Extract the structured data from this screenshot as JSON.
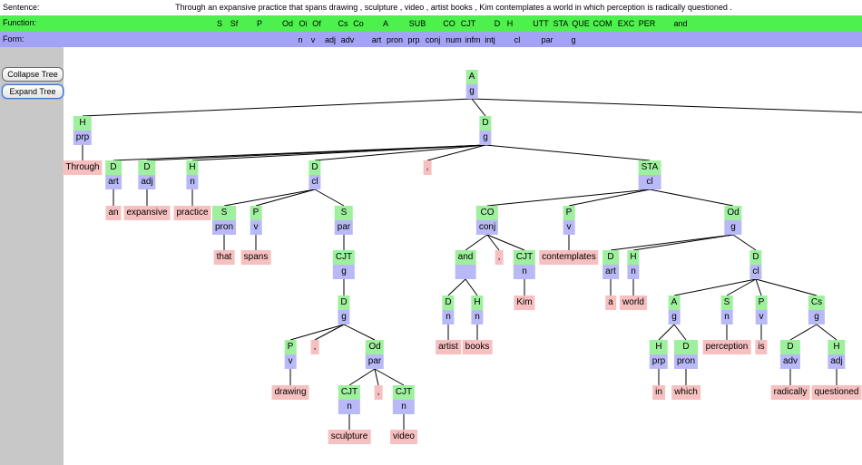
{
  "header": {
    "sentence_label": "Sentence:",
    "function_label": "Function:",
    "form_label": "Form:",
    "sentence": "Through an expansive practice that spans drawing , sculpture , video , artist books , Kim contemplates a world in which perception is radically questioned ."
  },
  "function_legend": [
    "S",
    "Sf",
    "P",
    "Od",
    "Oi",
    "Of",
    "Cs",
    "Co",
    "A",
    "SUB",
    "CO",
    "CJT",
    "D",
    "H",
    "UTT",
    "STA",
    "QUE",
    "COM",
    "EXC",
    "PER",
    "and"
  ],
  "form_legend": [
    "n",
    "v",
    "adj",
    "adv",
    "art",
    "pron",
    "prp",
    "conj",
    "num",
    "infm",
    "intj",
    "cl",
    "par",
    "g"
  ],
  "buttons": {
    "collapse": "Collapse Tree",
    "expand": "Expand Tree"
  },
  "tree": {
    "f": "A",
    "m": "g",
    "children": [
      {
        "f": "H",
        "m": "prp",
        "children": [
          {
            "w": "Through"
          }
        ]
      },
      {
        "f": "D",
        "m": "g",
        "children": [
          {
            "f": "D",
            "m": "art",
            "children": [
              {
                "w": "an"
              }
            ]
          },
          {
            "f": "D",
            "m": "adj",
            "children": [
              {
                "w": "expansive"
              }
            ]
          },
          {
            "f": "H",
            "m": "n",
            "children": [
              {
                "w": "practice"
              }
            ]
          },
          {
            "f": "D",
            "m": "cl",
            "children": [
              {
                "f": "S",
                "m": "pron",
                "children": [
                  {
                    "w": "that"
                  }
                ]
              },
              {
                "f": "P",
                "m": "v",
                "children": [
                  {
                    "w": "spans"
                  }
                ]
              },
              {
                "f": "S",
                "m": "par",
                "children": [
                  {
                    "f": "CJT",
                    "m": "g",
                    "children": [
                      {
                        "f": "D",
                        "m": "g",
                        "children": [
                          {
                            "f": "P",
                            "m": "v",
                            "children": [
                              {
                                "w": "drawing"
                              }
                            ]
                          },
                          {
                            "w": ","
                          },
                          {
                            "f": "Od",
                            "m": "par",
                            "children": [
                              {
                                "f": "CJT",
                                "m": "n",
                                "children": [
                                  {
                                    "w": "sculpture"
                                  }
                                ]
                              },
                              {
                                "w": ","
                              },
                              {
                                "f": "CJT",
                                "m": "n",
                                "children": [
                                  {
                                    "w": "video"
                                  }
                                ]
                              }
                            ]
                          }
                        ]
                      }
                    ]
                  }
                ]
              }
            ]
          },
          {
            "w": ","
          },
          {
            "f": "STA",
            "m": "cl",
            "children": [
              {
                "f": "CO",
                "m": "conj",
                "children": [
                  {
                    "f": "and",
                    "m": "",
                    "children": [
                      {
                        "f": "D",
                        "m": "n",
                        "children": [
                          {
                            "w": "artist"
                          }
                        ]
                      },
                      {
                        "f": "H",
                        "m": "n",
                        "children": [
                          {
                            "w": "books"
                          }
                        ]
                      }
                    ]
                  },
                  {
                    "w": ","
                  },
                  {
                    "f": "CJT",
                    "m": "n",
                    "children": [
                      {
                        "w": "Kim"
                      }
                    ]
                  }
                ]
              },
              {
                "f": "P",
                "m": "v",
                "children": [
                  {
                    "w": "contemplates"
                  }
                ]
              },
              {
                "f": "Od",
                "m": "g",
                "children": [
                  {
                    "f": "D",
                    "m": "art",
                    "children": [
                      {
                        "w": "a"
                      }
                    ]
                  },
                  {
                    "f": "H",
                    "m": "n",
                    "children": [
                      {
                        "w": "world"
                      }
                    ]
                  },
                  {
                    "f": "D",
                    "m": "cl",
                    "children": [
                      {
                        "f": "A",
                        "m": "g",
                        "children": [
                          {
                            "f": "H",
                            "m": "prp",
                            "children": [
                              {
                                "w": "in"
                              }
                            ]
                          },
                          {
                            "f": "D",
                            "m": "pron",
                            "children": [
                              {
                                "w": "which"
                              }
                            ]
                          }
                        ]
                      },
                      {
                        "f": "S",
                        "m": "n",
                        "children": [
                          {
                            "w": "perception"
                          }
                        ]
                      },
                      {
                        "f": "P",
                        "m": "v",
                        "children": [
                          {
                            "w": "is"
                          }
                        ]
                      },
                      {
                        "f": "Cs",
                        "m": "g",
                        "children": [
                          {
                            "f": "D",
                            "m": "adv",
                            "children": [
                              {
                                "w": "radically"
                              }
                            ]
                          },
                          {
                            "f": "H",
                            "m": "adj",
                            "children": [
                              {
                                "w": "questioned"
                              }
                            ]
                          }
                        ]
                      }
                    ]
                  }
                ]
              }
            ]
          }
        ]
      }
    ]
  }
}
